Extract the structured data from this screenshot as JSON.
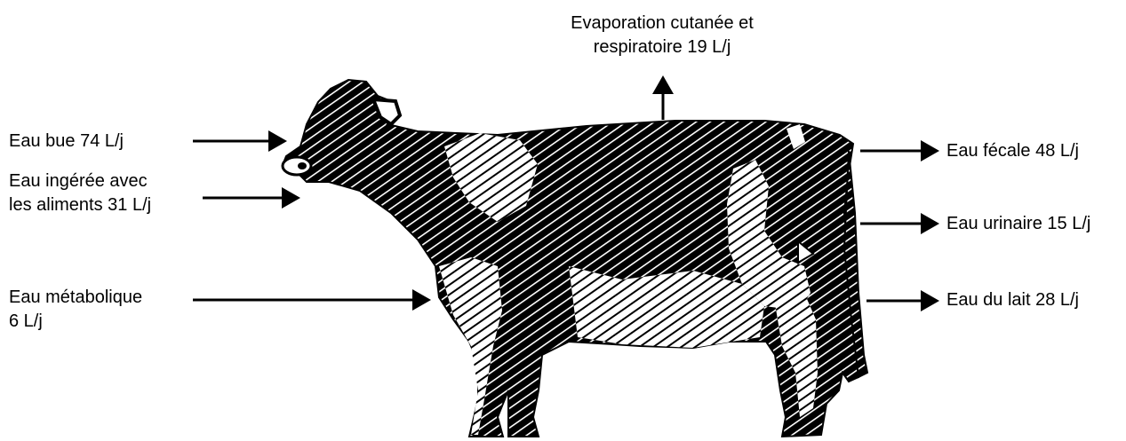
{
  "figure": {
    "inputs": {
      "drinking_water": "Eau bue 74 L/j",
      "feed_water": "Eau ingérée avec\nles aliments 31 L/j",
      "metabolic_water": "Eau métabolique\n6 L/j"
    },
    "outputs": {
      "evaporation": "Evaporation cutanée et\nrespiratoire 19 L/j",
      "fecal_water": "Eau fécale 48 L/j",
      "urinary_water": "Eau urinaire 15 L/j",
      "milk_water": "Eau du lait 28 L/j"
    },
    "illustration": {
      "subject": "holstein-cow-icon",
      "coat_color": "#000000",
      "patch_color": "#ffffff"
    }
  }
}
